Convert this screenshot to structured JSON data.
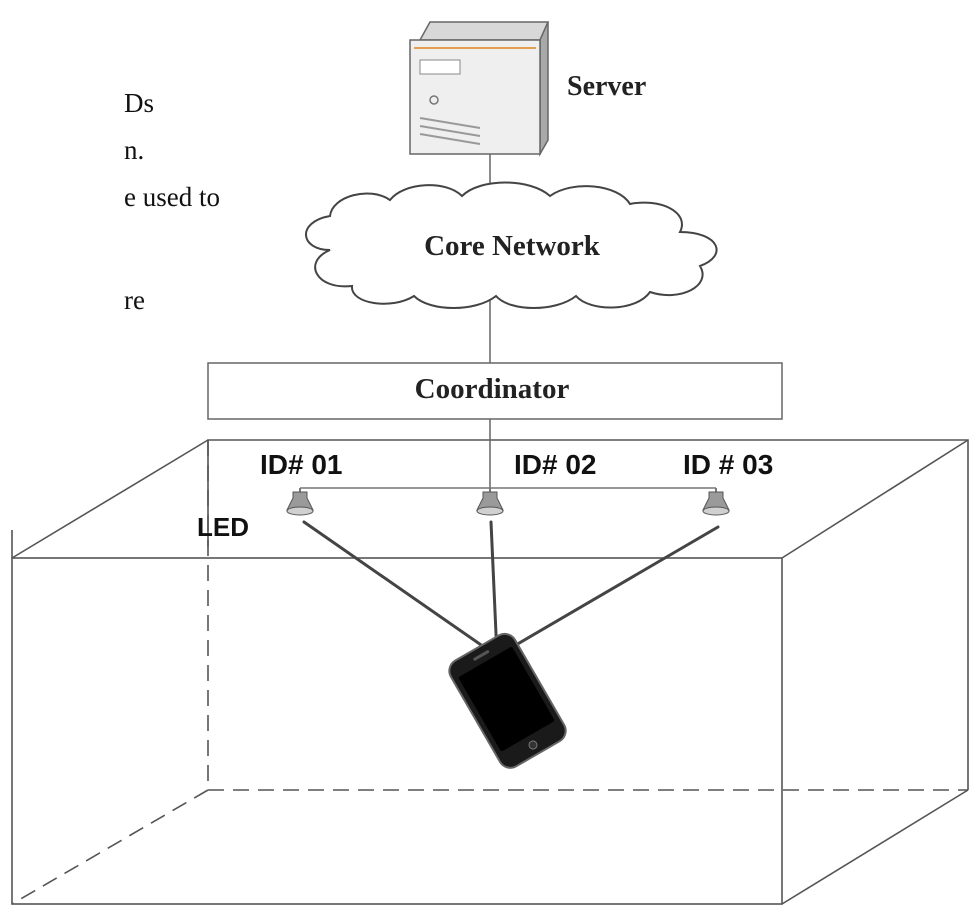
{
  "diagram": {
    "server_label": "Server",
    "network_label": "Core Network",
    "coordinator_label": "Coordinator",
    "led_label": "LED",
    "led_ids": [
      "ID# 01",
      "ID# 02",
      "ID # 03"
    ]
  },
  "left_text_fragments": [
    "Ds",
    "n.",
    "e used to",
    "re"
  ]
}
